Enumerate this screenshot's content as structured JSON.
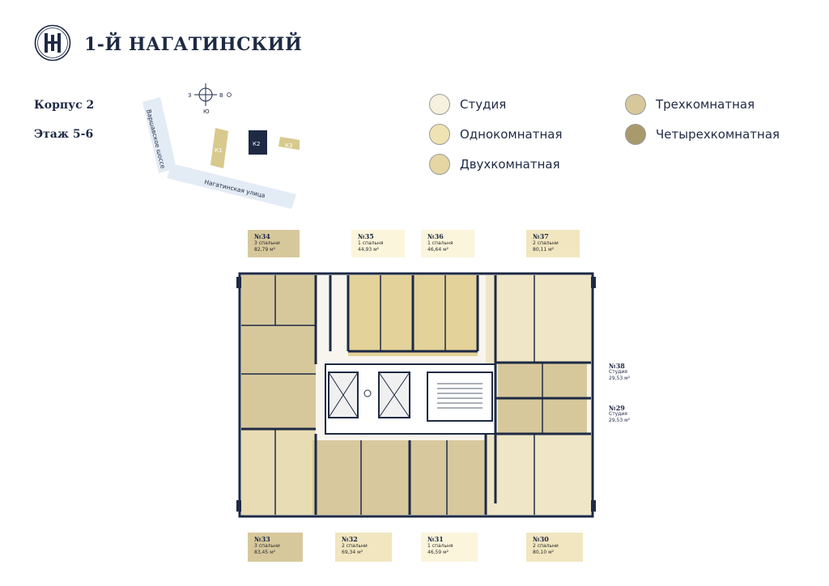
{
  "brand": {
    "name": "1-Й НАГАТИНСКИЙ"
  },
  "building": {
    "label": "Корпус 2",
    "floor": "Этаж 5-6"
  },
  "sitemap": {
    "compass": {
      "w": "З",
      "e": "В",
      "s": "Ю"
    },
    "highway": "Варшавское шоссе",
    "street": "Нагатинская улица",
    "blocks": [
      "К1",
      "К2",
      "К3"
    ]
  },
  "legend": [
    {
      "label": "Студия",
      "color": "#f5f1de"
    },
    {
      "label": "Однокомнатная",
      "color": "#efe3b3"
    },
    {
      "label": "Двухкомнатная",
      "color": "#e6d6a4"
    },
    {
      "label": "Трехкомнатная",
      "color": "#d7c89c"
    },
    {
      "label": "Четырехкомнатная",
      "color": "#a89a6c"
    }
  ],
  "apartments": {
    "a34": {
      "num": "№34",
      "rooms": "3 спальни",
      "area": "82,79 м²",
      "color": "#d7c89c"
    },
    "a35": {
      "num": "№35",
      "rooms": "1 спальня",
      "area": "44,93 м²",
      "color": "#fbf5dc"
    },
    "a36": {
      "num": "№36",
      "rooms": "1 спальня",
      "area": "46,64 м²",
      "color": "#fbf5dc"
    },
    "a37": {
      "num": "№37",
      "rooms": "2 спальни",
      "area": "80,11 м²",
      "color": "#f1e6bf"
    },
    "a38": {
      "num": "№38",
      "rooms": "Студия",
      "area": "29,53 м²",
      "color": "#ffffff"
    },
    "a29": {
      "num": "№29",
      "rooms": "Студия",
      "area": "29,53 м²",
      "color": "#ffffff"
    },
    "a33": {
      "num": "№33",
      "rooms": "3 спальни",
      "area": "83,45 м²",
      "color": "#d7c89c"
    },
    "a32": {
      "num": "№32",
      "rooms": "2 спальни",
      "area": "69,34 м²",
      "color": "#f1e6bf"
    },
    "a31": {
      "num": "№31",
      "rooms": "1 спальня",
      "area": "46,59 м²",
      "color": "#fbf5dc"
    },
    "a30": {
      "num": "№30",
      "rooms": "2 спальни",
      "area": "80,10 м²",
      "color": "#f1e6bf"
    }
  }
}
